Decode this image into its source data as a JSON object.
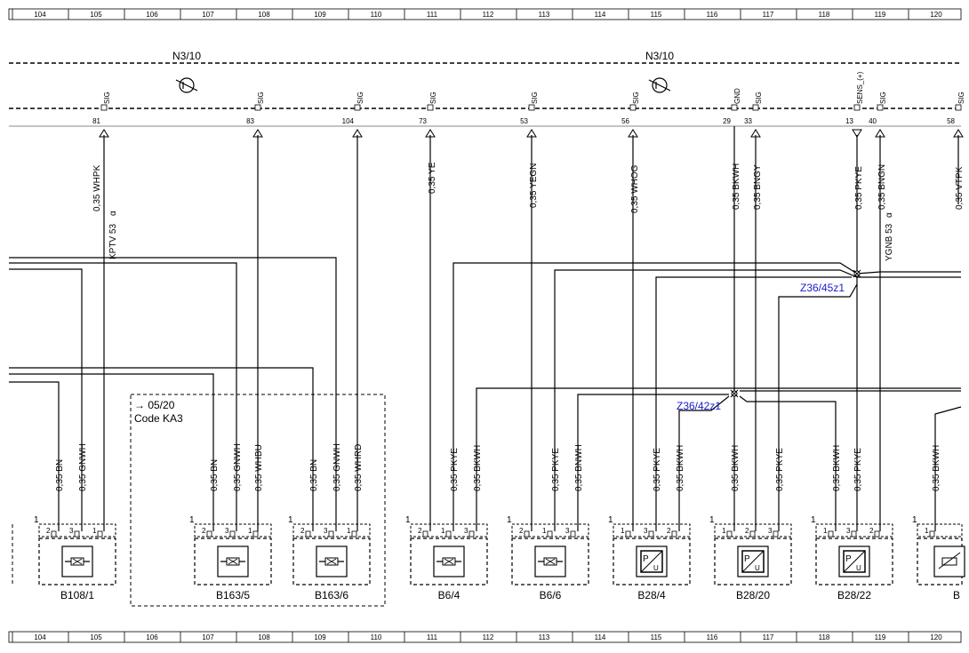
{
  "ruler": [
    "104",
    "105",
    "106",
    "107",
    "108",
    "109",
    "110",
    "111",
    "112",
    "113",
    "114",
    "115",
    "116",
    "117",
    "118",
    "119",
    "120"
  ],
  "modules": [
    "N3/10",
    "N3/10"
  ],
  "pins": [
    {
      "num": "81",
      "sig": "SIG"
    },
    {
      "num": "83",
      "sig": "SIG"
    },
    {
      "num": "104",
      "sig": "SIG"
    },
    {
      "num": "73",
      "sig": "SIG"
    },
    {
      "num": "53",
      "sig": "SIG"
    },
    {
      "num": "56",
      "sig": "SIG"
    },
    {
      "num": "29",
      "sig": "GND"
    },
    {
      "num": "33",
      "sig": "SIG"
    },
    {
      "num": "13",
      "sig": "SENS_(+)"
    },
    {
      "num": "40",
      "sig": "SIG"
    },
    {
      "num": "58",
      "sig": "SIG"
    }
  ],
  "top_wires": [
    "0,35 WHPK",
    "0,35 YE",
    "0,35 YEGN",
    "0,35 WHOG",
    "0,35 BKWH",
    "0,35 BNGY",
    "0,35 PKYE",
    "0,35 BNGN",
    "0,35 VTPK"
  ],
  "twisted_wires": [
    "KPTV 53",
    "YGNB 53"
  ],
  "twisted_symbol": "α",
  "splices": [
    "Z36/45z1",
    "Z36/42z1"
  ],
  "variant": {
    "line1": "→ 05/20",
    "line2": "Code KA3"
  },
  "bottom_wires": [
    "0,35 BN",
    "0,35 GNWH",
    "0,35 BN",
    "0,35 GNWH",
    "0,35 WHBU",
    "0,35 BN",
    "0,35 GNWH",
    "0,35 WHRD",
    "0,35 PKYE",
    "0,35 BKWH",
    "0,35 PKYE",
    "0,35 BNWH",
    "0,35 PKYE",
    "0,35 BKWH",
    "0,35 BKWH",
    "0,35 PKYE",
    "0,35 BKWH",
    "0,35 PKYE",
    "0,35 BKWH"
  ],
  "components": [
    {
      "label": "B108/1",
      "pins": [
        "2",
        "3",
        "1"
      ],
      "pin_one": "1"
    },
    {
      "label": "B163/5",
      "pins": [
        "2",
        "3",
        "1"
      ],
      "pin_one": "1"
    },
    {
      "label": "B163/6",
      "pins": [
        "2",
        "3",
        "1"
      ],
      "pin_one": "1"
    },
    {
      "label": "B6/4",
      "pins": [
        "2",
        "1",
        "3"
      ],
      "pin_one": "1"
    },
    {
      "label": "B6/6",
      "pins": [
        "2",
        "1",
        "3"
      ],
      "pin_one": "1"
    },
    {
      "label": "B28/4",
      "pins": [
        "1",
        "3",
        "2"
      ],
      "pin_one": "1"
    },
    {
      "label": "B28/20",
      "pins": [
        "1",
        "2",
        "3"
      ],
      "pin_one": "1"
    },
    {
      "label": "B28/22",
      "pins": [
        "1",
        "3",
        "2"
      ],
      "pin_one": "1"
    },
    {
      "label": "B",
      "pins": [
        "1"
      ],
      "pin_one": "1"
    }
  ],
  "psensor_letters": [
    "P",
    "U"
  ]
}
